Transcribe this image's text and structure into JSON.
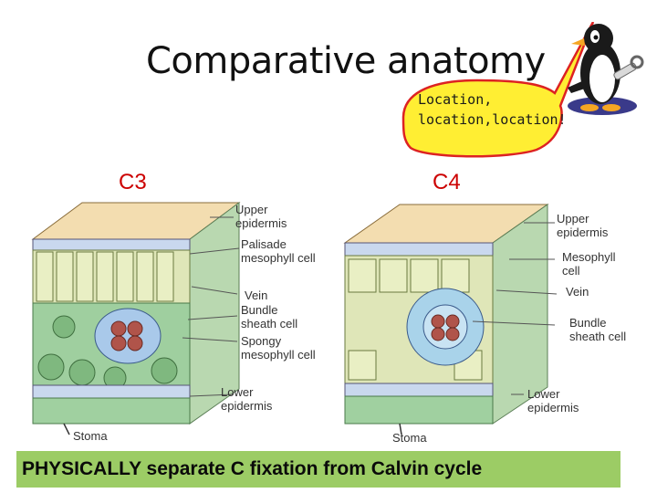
{
  "slide": {
    "title": "Comparative anatomy",
    "callout_line1": "Location,",
    "callout_line2": "location,location!",
    "left_header": "C3",
    "right_header": "C4",
    "bottom_text": "PHYSICALLY separate C fixation from Calvin cycle"
  },
  "c3_labels": {
    "upper_epidermis": "Upper\nepidermis",
    "palisade": "Palisade\nmesophyll cell",
    "vein": "Vein",
    "bundle_sheath": "Bundle\nsheath cell",
    "spongy": "Spongy\nmesophyll cell",
    "lower_epidermis": "Lower\nepidermis",
    "stoma": "Stoma"
  },
  "c4_labels": {
    "upper_epidermis": "Upper\nepidermis",
    "mesophyll": "Mesophyll\ncell",
    "vein": "Vein",
    "bundle_sheath": "Bundle\nsheath cell",
    "lower_epidermis": "Lower\nepidermis",
    "stoma": "Stoma"
  },
  "colors": {
    "header_red": "#cc0000",
    "banner_green": "#9ccc65",
    "bubble_yellow": "#ffee33",
    "bubble_border": "#dd2222"
  }
}
